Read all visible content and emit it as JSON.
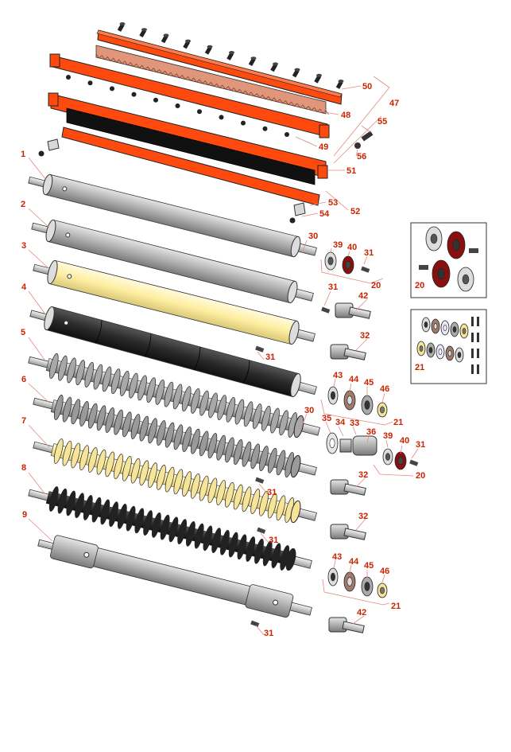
{
  "colors": {
    "callout": "#cc2200",
    "leader": "#e08a80",
    "orange": "#ff4a0f",
    "salmon": "#e0967a",
    "gray": "#b5b5b5",
    "yellow": "#fff0a8",
    "black": "#2a2a2a"
  },
  "callouts": {
    "c1": "1",
    "c2": "2",
    "c3": "3",
    "c4": "4",
    "c5": "5",
    "c6": "6",
    "c7": "7",
    "c8": "8",
    "c9": "9",
    "c20a": "20",
    "c20b": "20",
    "c20c": "20",
    "c21a": "21",
    "c21b": "21",
    "c21c": "21",
    "c30a": "30",
    "c30b": "30",
    "c31a": "31",
    "c31b": "31",
    "c31c": "31",
    "c31d": "31",
    "c31e": "31",
    "c31f": "31",
    "c31g": "31",
    "c32a": "32",
    "c32b": "32",
    "c32c": "32",
    "c33": "33",
    "c34": "34",
    "c35": "35",
    "c36": "36",
    "c39a": "39",
    "c39b": "39",
    "c40a": "40",
    "c40b": "40",
    "c42a": "42",
    "c42b": "42",
    "c43a": "43",
    "c43b": "43",
    "c44a": "44",
    "c44b": "44",
    "c45a": "45",
    "c45b": "45",
    "c46a": "46",
    "c46b": "46",
    "c47": "47",
    "c48": "48",
    "c49": "49",
    "c50": "50",
    "c51": "51",
    "c52": "52",
    "c53": "53",
    "c54": "54",
    "c55": "55",
    "c56": "56"
  }
}
